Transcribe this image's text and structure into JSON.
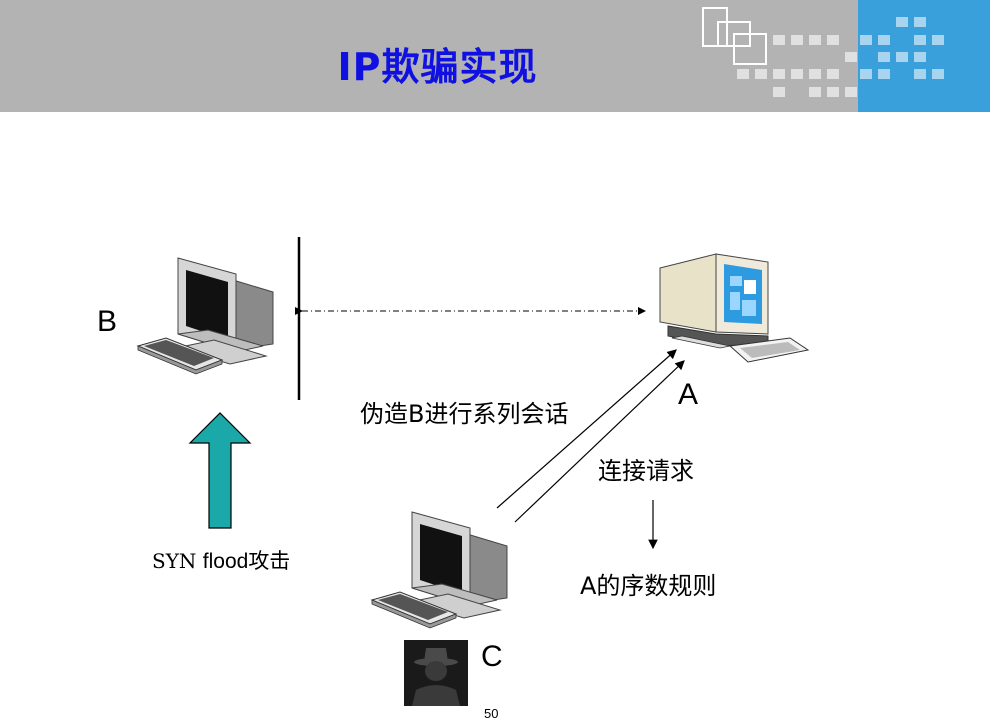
{
  "slide": {
    "title": "IP欺骗实现",
    "page_number": "50"
  },
  "nodes": {
    "b_label": "B",
    "a_label": "A",
    "c_label": "C"
  },
  "annotations": {
    "forge_session": "伪造B进行系列会话",
    "connect_request": "连接请求",
    "a_sequence_rule": "A的序数规则",
    "syn_prefix": "SYN ",
    "syn_flood": "flood",
    "syn_suffix": "攻击"
  },
  "colors": {
    "header_band": "#b3b3b3",
    "header_accent": "#3aa0dc",
    "title": "#1010e0",
    "syn_arrow_fill": "#1aa8a8",
    "screen_blue": "#2e9be0"
  },
  "icons": {
    "computer_b": "crt-computer-icon",
    "computer_a": "workstation-icon",
    "computer_c": "crt-computer-icon",
    "attacker": "hacker-silhouette-icon"
  }
}
